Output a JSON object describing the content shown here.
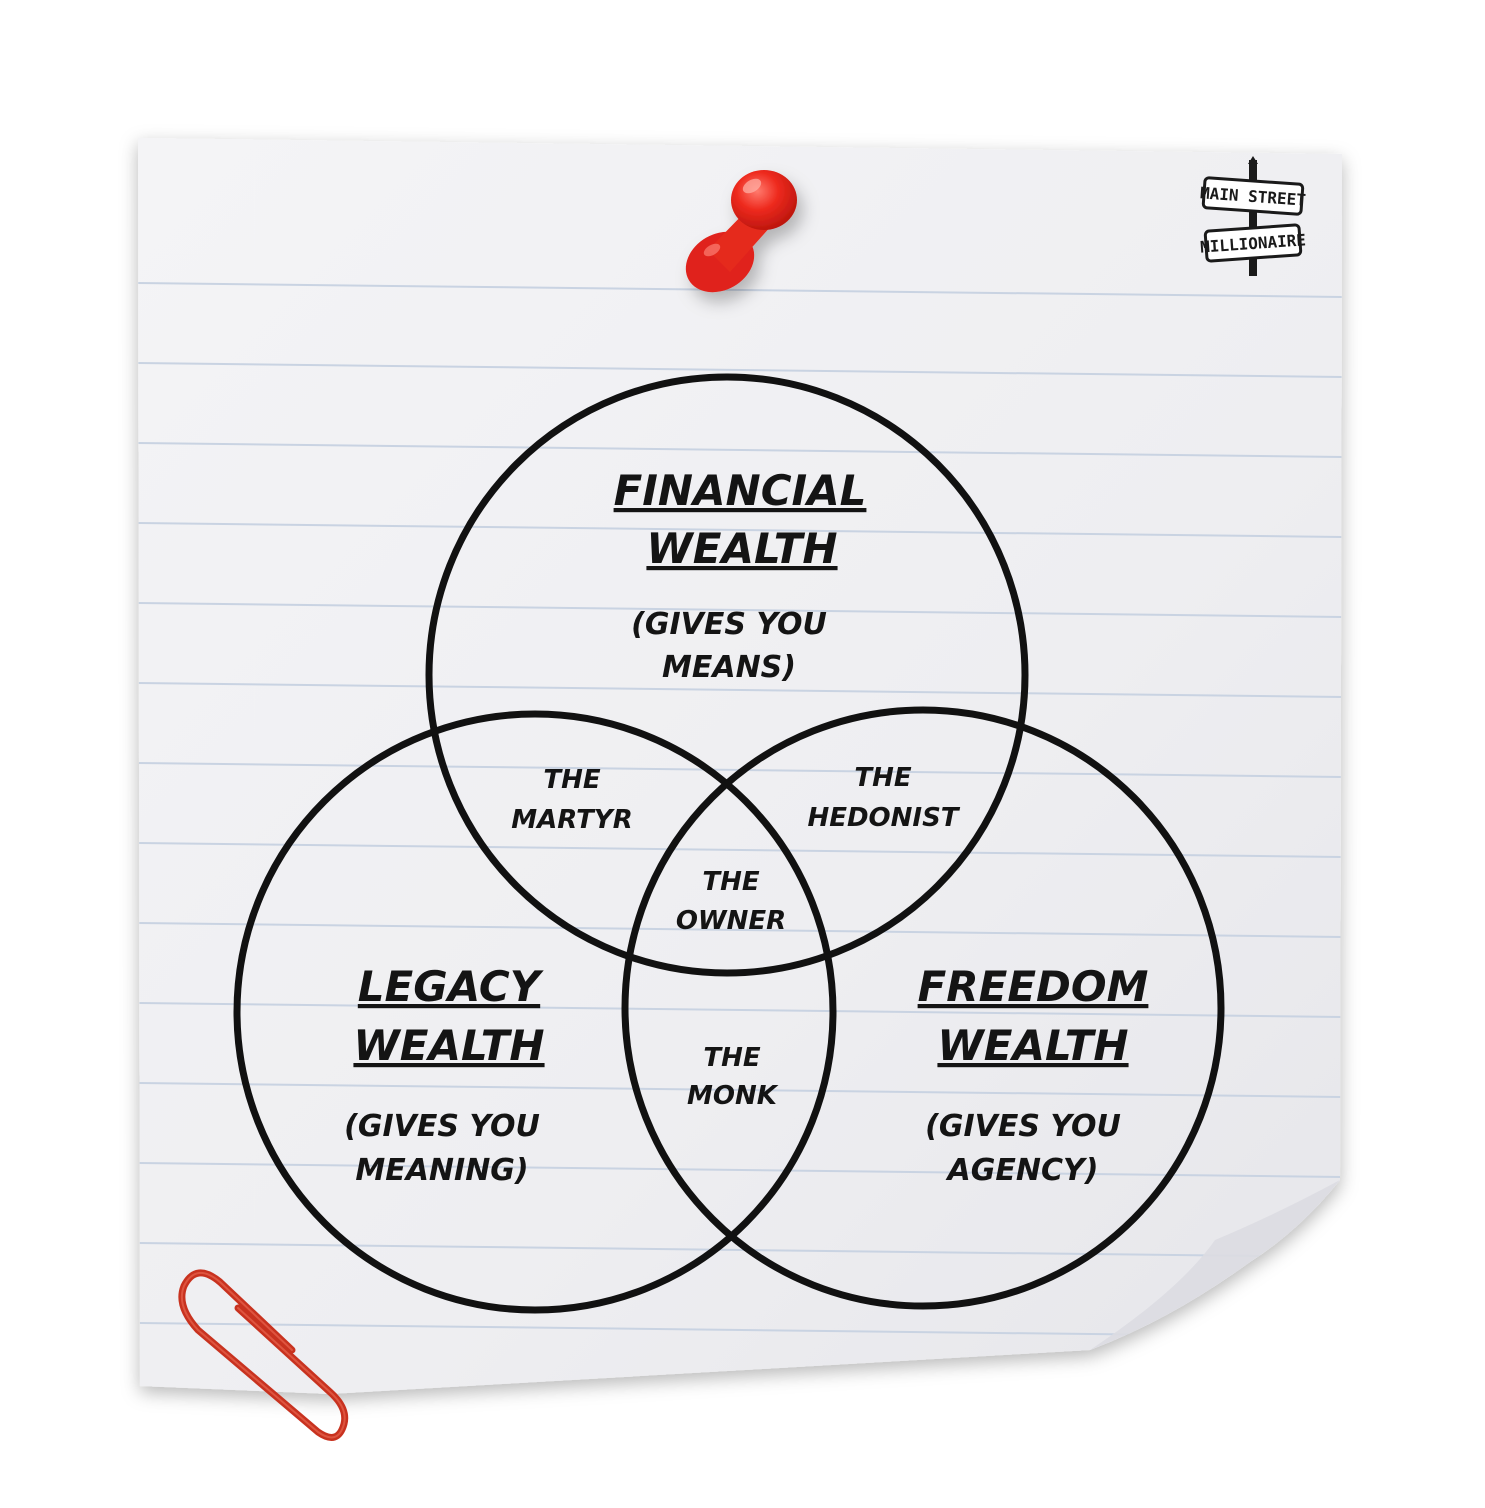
{
  "logo": {
    "line1": "MAIN STREET",
    "line2": "MILLIONAIRE"
  },
  "icons": [
    "push-pin-icon",
    "paper-clip-icon",
    "street-sign-logo-icon"
  ],
  "colors": {
    "paper": "#f1f0f2",
    "rule_lines": "#c9d3e2",
    "ink": "#141414",
    "pin": "#e8231b",
    "clip": "#c8321f"
  },
  "diagram": {
    "type": "venn-3",
    "sets": [
      {
        "title_line1": "FINANCIAL",
        "title_line2": "WEALTH",
        "desc_line1": "(GIVES YOU",
        "desc_line2": "MEANS)"
      },
      {
        "title_line1": "LEGACY",
        "title_line2": "WEALTH",
        "desc_line1": "(GIVES YOU",
        "desc_line2": "MEANING)"
      },
      {
        "title_line1": "FREEDOM",
        "title_line2": "WEALTH",
        "desc_line1": "(GIVES YOU",
        "desc_line2": "AGENCY)"
      }
    ],
    "intersections": {
      "financial_legacy": {
        "line1": "THE",
        "line2": "MARTYR"
      },
      "financial_freedom": {
        "line1": "THE",
        "line2": "HEDONIST"
      },
      "all_three": {
        "line1": "THE",
        "line2": "OWNER"
      },
      "legacy_freedom": {
        "line1": "THE",
        "line2": "MONK"
      }
    }
  }
}
